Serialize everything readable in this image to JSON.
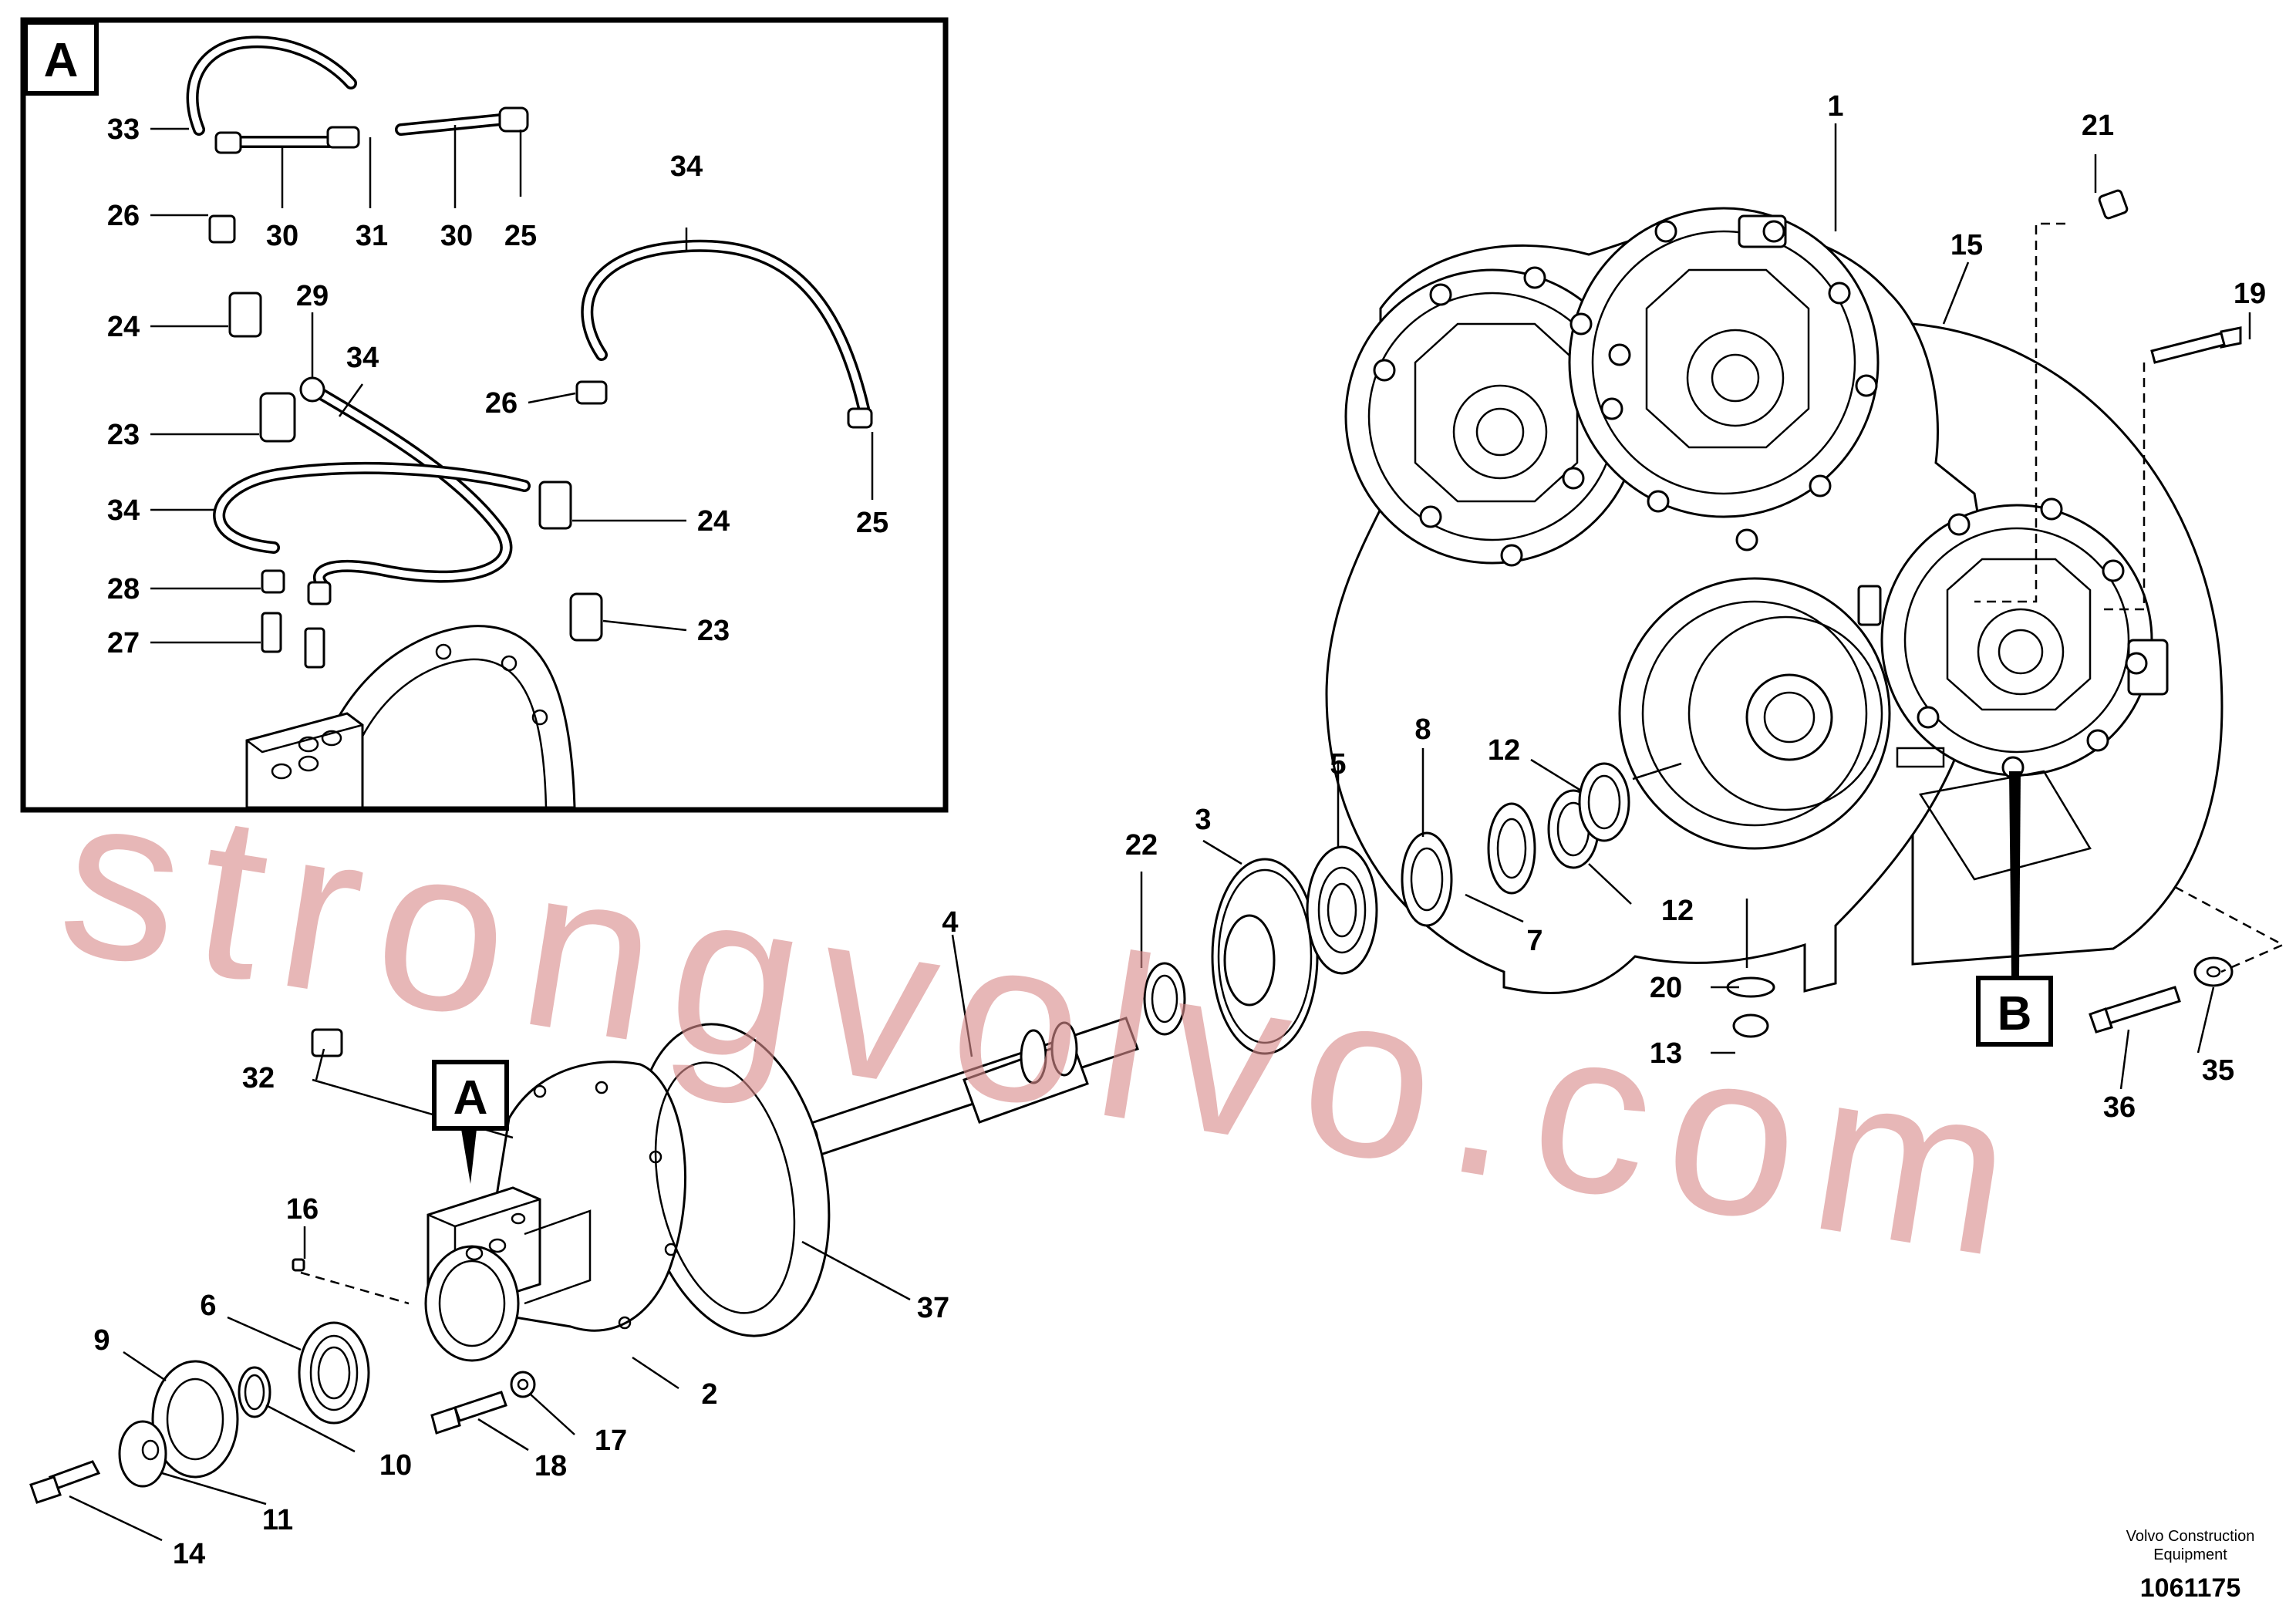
{
  "watermark": "strongvolvo.com",
  "detail_view": {
    "label": "A",
    "callouts": [
      {
        "id": "c33",
        "text": "33"
      },
      {
        "id": "c26a",
        "text": "26"
      },
      {
        "id": "c30a",
        "text": "30"
      },
      {
        "id": "c31",
        "text": "31"
      },
      {
        "id": "c30b",
        "text": "30"
      },
      {
        "id": "c25a",
        "text": "25"
      },
      {
        "id": "c24a",
        "text": "24"
      },
      {
        "id": "c29",
        "text": "29"
      },
      {
        "id": "c34a",
        "text": "34"
      },
      {
        "id": "c34b",
        "text": "34"
      },
      {
        "id": "c23a",
        "text": "23"
      },
      {
        "id": "c26b",
        "text": "26"
      },
      {
        "id": "c34c",
        "text": "34"
      },
      {
        "id": "c24b",
        "text": "24"
      },
      {
        "id": "c25b",
        "text": "25"
      },
      {
        "id": "c28",
        "text": "28"
      },
      {
        "id": "c27",
        "text": "27"
      },
      {
        "id": "c23b",
        "text": "23"
      }
    ]
  },
  "main_view": {
    "marker_a": "A",
    "marker_b": "B",
    "callouts": [
      {
        "id": "m1",
        "text": "1"
      },
      {
        "id": "m21",
        "text": "21"
      },
      {
        "id": "m15",
        "text": "15"
      },
      {
        "id": "m19",
        "text": "19"
      },
      {
        "id": "m8",
        "text": "8"
      },
      {
        "id": "m12a",
        "text": "12"
      },
      {
        "id": "m5",
        "text": "5"
      },
      {
        "id": "m3",
        "text": "3"
      },
      {
        "id": "m22",
        "text": "22"
      },
      {
        "id": "m4",
        "text": "4"
      },
      {
        "id": "m12b",
        "text": "12"
      },
      {
        "id": "m7",
        "text": "7"
      },
      {
        "id": "m20",
        "text": "20"
      },
      {
        "id": "m13",
        "text": "13"
      },
      {
        "id": "m35",
        "text": "35"
      },
      {
        "id": "m36",
        "text": "36"
      },
      {
        "id": "m32",
        "text": "32"
      },
      {
        "id": "m16",
        "text": "16"
      },
      {
        "id": "m37",
        "text": "37"
      },
      {
        "id": "m6",
        "text": "6"
      },
      {
        "id": "m9",
        "text": "9"
      },
      {
        "id": "m2",
        "text": "2"
      },
      {
        "id": "m10",
        "text": "10"
      },
      {
        "id": "m17",
        "text": "17"
      },
      {
        "id": "m18",
        "text": "18"
      },
      {
        "id": "m11",
        "text": "11"
      },
      {
        "id": "m14",
        "text": "14"
      }
    ]
  },
  "caption": {
    "line1": "Volvo Construction",
    "line2": "Equipment",
    "drawing_number": "1061175"
  }
}
